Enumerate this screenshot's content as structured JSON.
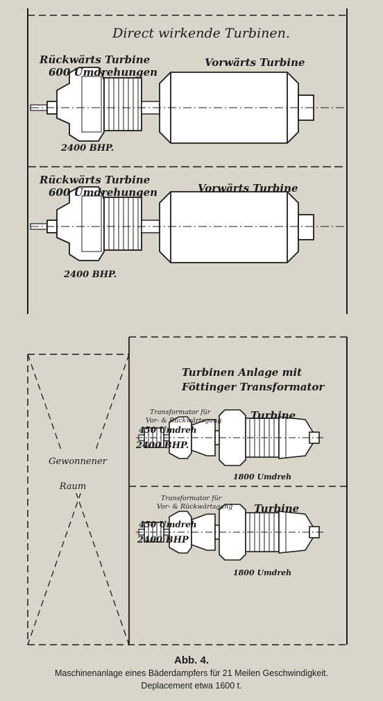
{
  "section_top": {
    "title": "Direct wirkende Turbinen.",
    "upper": {
      "reverse_label": "Rückwärts Turbine",
      "reverse_rpm": "600 Umdrehungen",
      "forward_label": "Vorwärts Turbine",
      "power": "2400 BHP."
    },
    "lower": {
      "reverse_label": "Rückwärts Turbine",
      "reverse_rpm": "600 Umdrehungen",
      "forward_label": "Vorwärts Turbine",
      "power": "2400 BHP."
    }
  },
  "section_bottom": {
    "title_line1": "Turbinen Anlage mit",
    "title_line2": "Föttinger Transformator",
    "gained_space_line1": "Gewonnener",
    "gained_space_line2": "Raum",
    "upper": {
      "transformer_line1": "Transformator für",
      "transformer_line2": "Vor- & Rückwärtsgang",
      "turbine_label": "Turbine",
      "input_rpm": "450 Umdreh",
      "power": "2400 BHP.",
      "turbine_rpm": "1800 Umdreh"
    },
    "lower": {
      "transformer_line1": "Transformator für",
      "transformer_line2": "Vor- & Rückwärtsgang",
      "turbine_label": "Turbine",
      "input_rpm": "450 Umdreh",
      "power": "2400 BHP",
      "turbine_rpm": "1800 Umdreh"
    }
  },
  "caption": {
    "figure_number": "Abb. 4.",
    "line1": "Maschinenanlage eines Bäderdampfers für 21 Meilen Geschwindigkeit.",
    "line2": "Deplacement etwa 1600 t."
  }
}
